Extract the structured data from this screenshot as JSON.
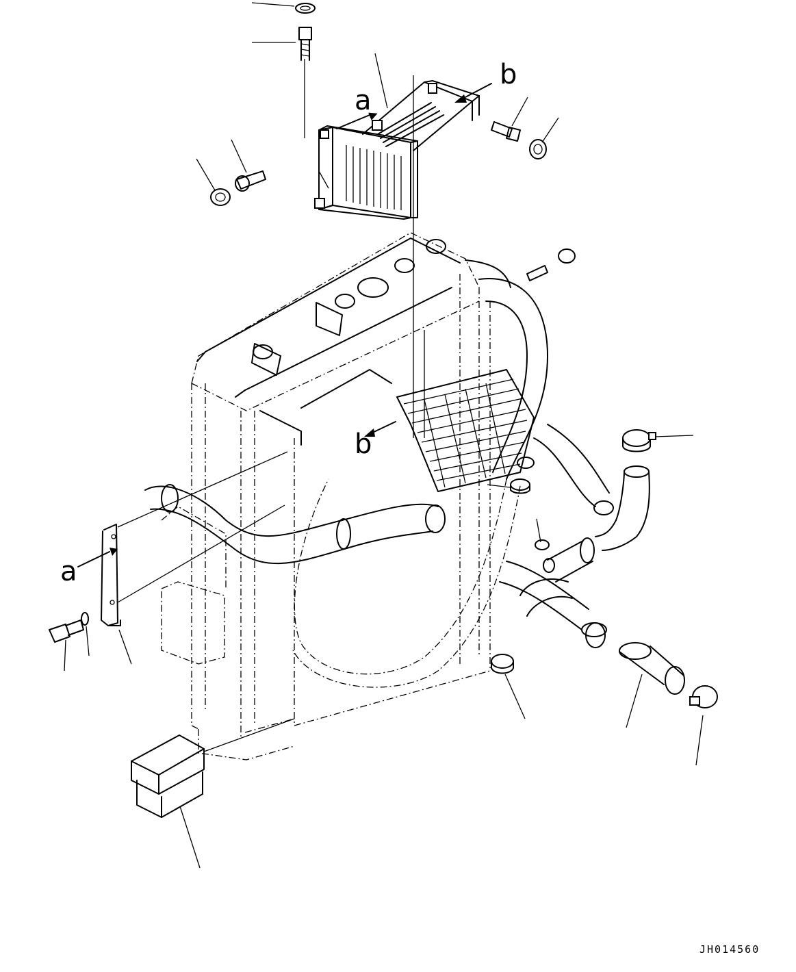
{
  "drawing_code": "JH014560",
  "view_labels": {
    "a_top": "a",
    "b_top": "b",
    "b_mid": "b",
    "a_left": "a"
  }
}
